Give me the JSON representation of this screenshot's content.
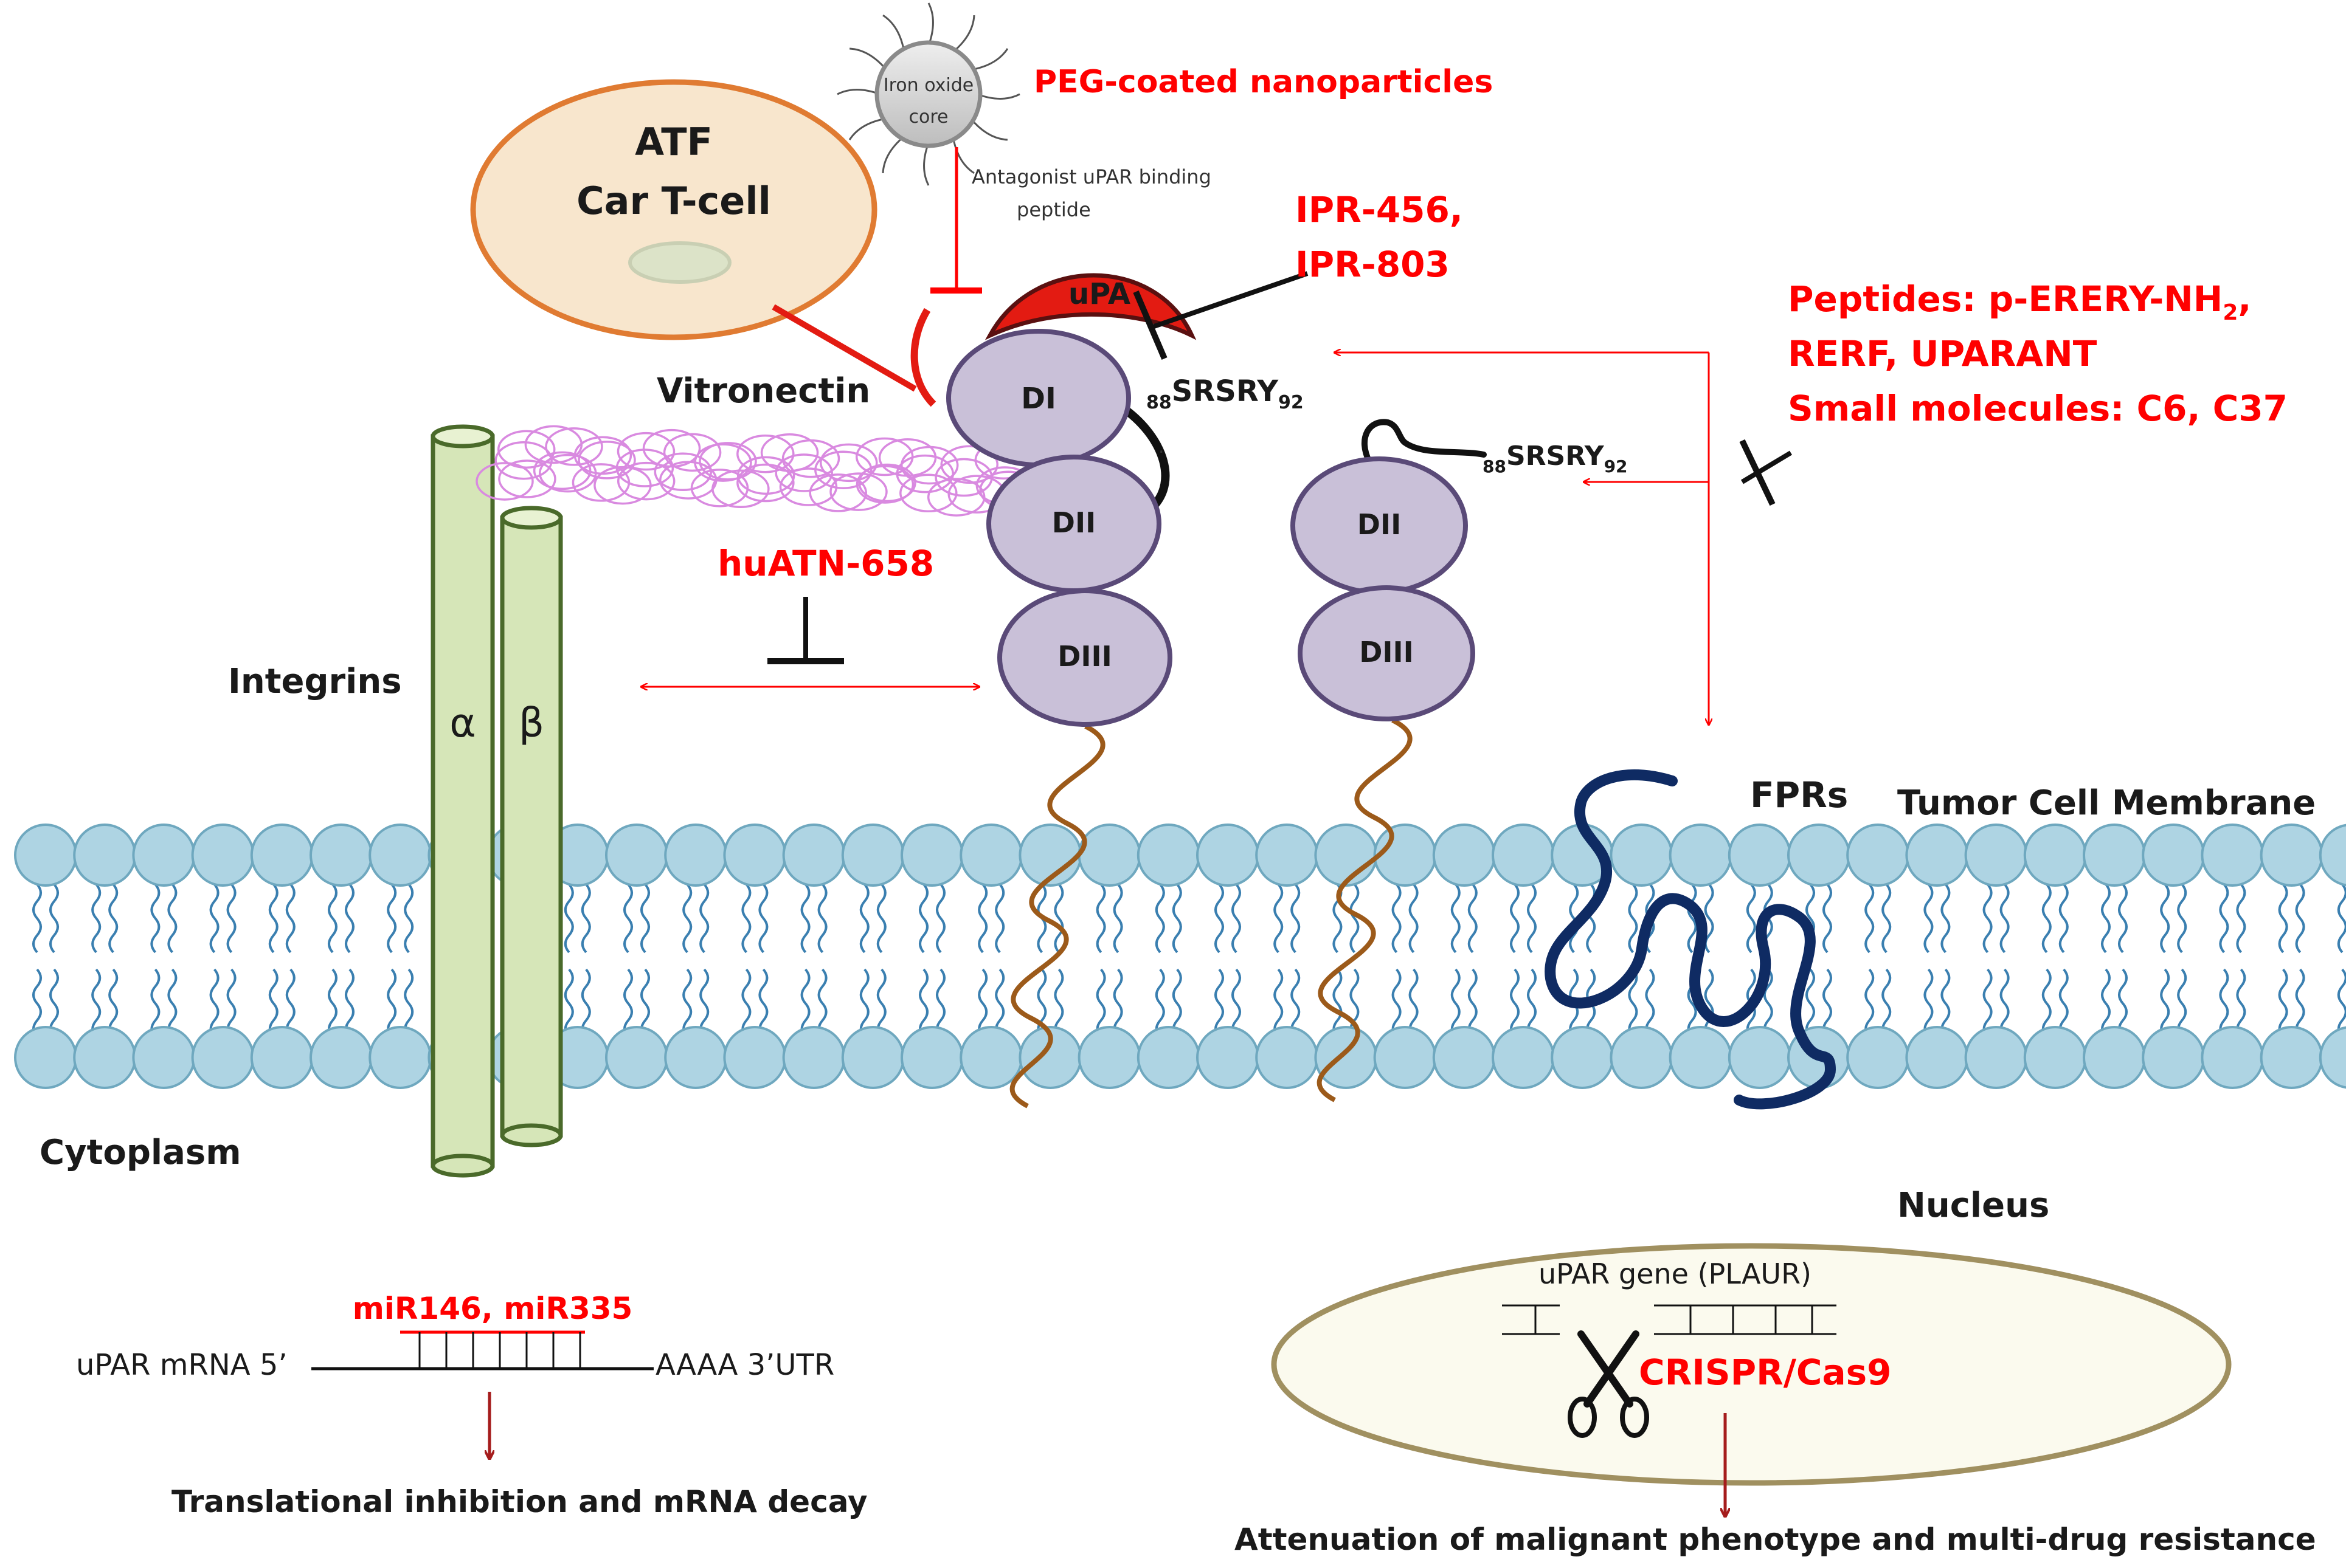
{
  "labels": {
    "atf": "ATF",
    "car_tcell": "Car T-cell",
    "iron_core_1": "Iron oxide",
    "iron_core_2": "core",
    "peg": "PEG-coated nanoparticles",
    "antagonist_1": "Antagonist uPAR binding",
    "antagonist_2": "peptide",
    "upa": "uPA",
    "ipr_456": "IPR-456,",
    "ipr_803": "IPR-803",
    "peptides_prefix": "Peptides: p-ERERY-NH",
    "peptides_sub": "2",
    "peptides_suffix": ",",
    "rerf": "RERF, UPARANT",
    "small_molecules": "Small molecules: C6, C37",
    "vitronectin": "Vitronectin",
    "seq_pre": "88",
    "seq_main": "SRSRY",
    "seq_post": "92",
    "di": "DI",
    "dii": "DII",
    "diii": "DIII",
    "huatn": "huATN-658",
    "integrins": "Integrins",
    "alpha": "α",
    "beta": "β",
    "fprs": "FPRs",
    "membrane": "Tumor Cell Membrane",
    "cytoplasm": "Cytoplasm",
    "nucleus": "Nucleus",
    "mirna": "miR146, miR335",
    "upar_mrna": "uPAR mRNA  5’",
    "aaaa": "AAAA  3’UTR",
    "translational": "Translational inhibition and mRNA decay",
    "upar_gene": "uPAR gene (PLAUR)",
    "crispr": "CRISPR/Cas9",
    "attenuation": "Attenuation of malignant phenotype and multi-drug resistance"
  },
  "colors": {
    "inhibitor_red": "#ff0000",
    "domain_fill": "#c9c0d8",
    "domain_stroke": "#5a4a78",
    "membrane_head": "#aed4e3",
    "integrin_fill": "#d6e6b8",
    "integrin_stroke": "#4a6a2a",
    "cell_fill": "#f8e6cd",
    "cell_stroke": "#e07b32",
    "fpr": "#0f2b63",
    "anchor": "#9c5a1a",
    "nucleus_fill": "#fbfaee",
    "nucleus_stroke": "#a09060",
    "vitronectin": "#d98ae0"
  }
}
